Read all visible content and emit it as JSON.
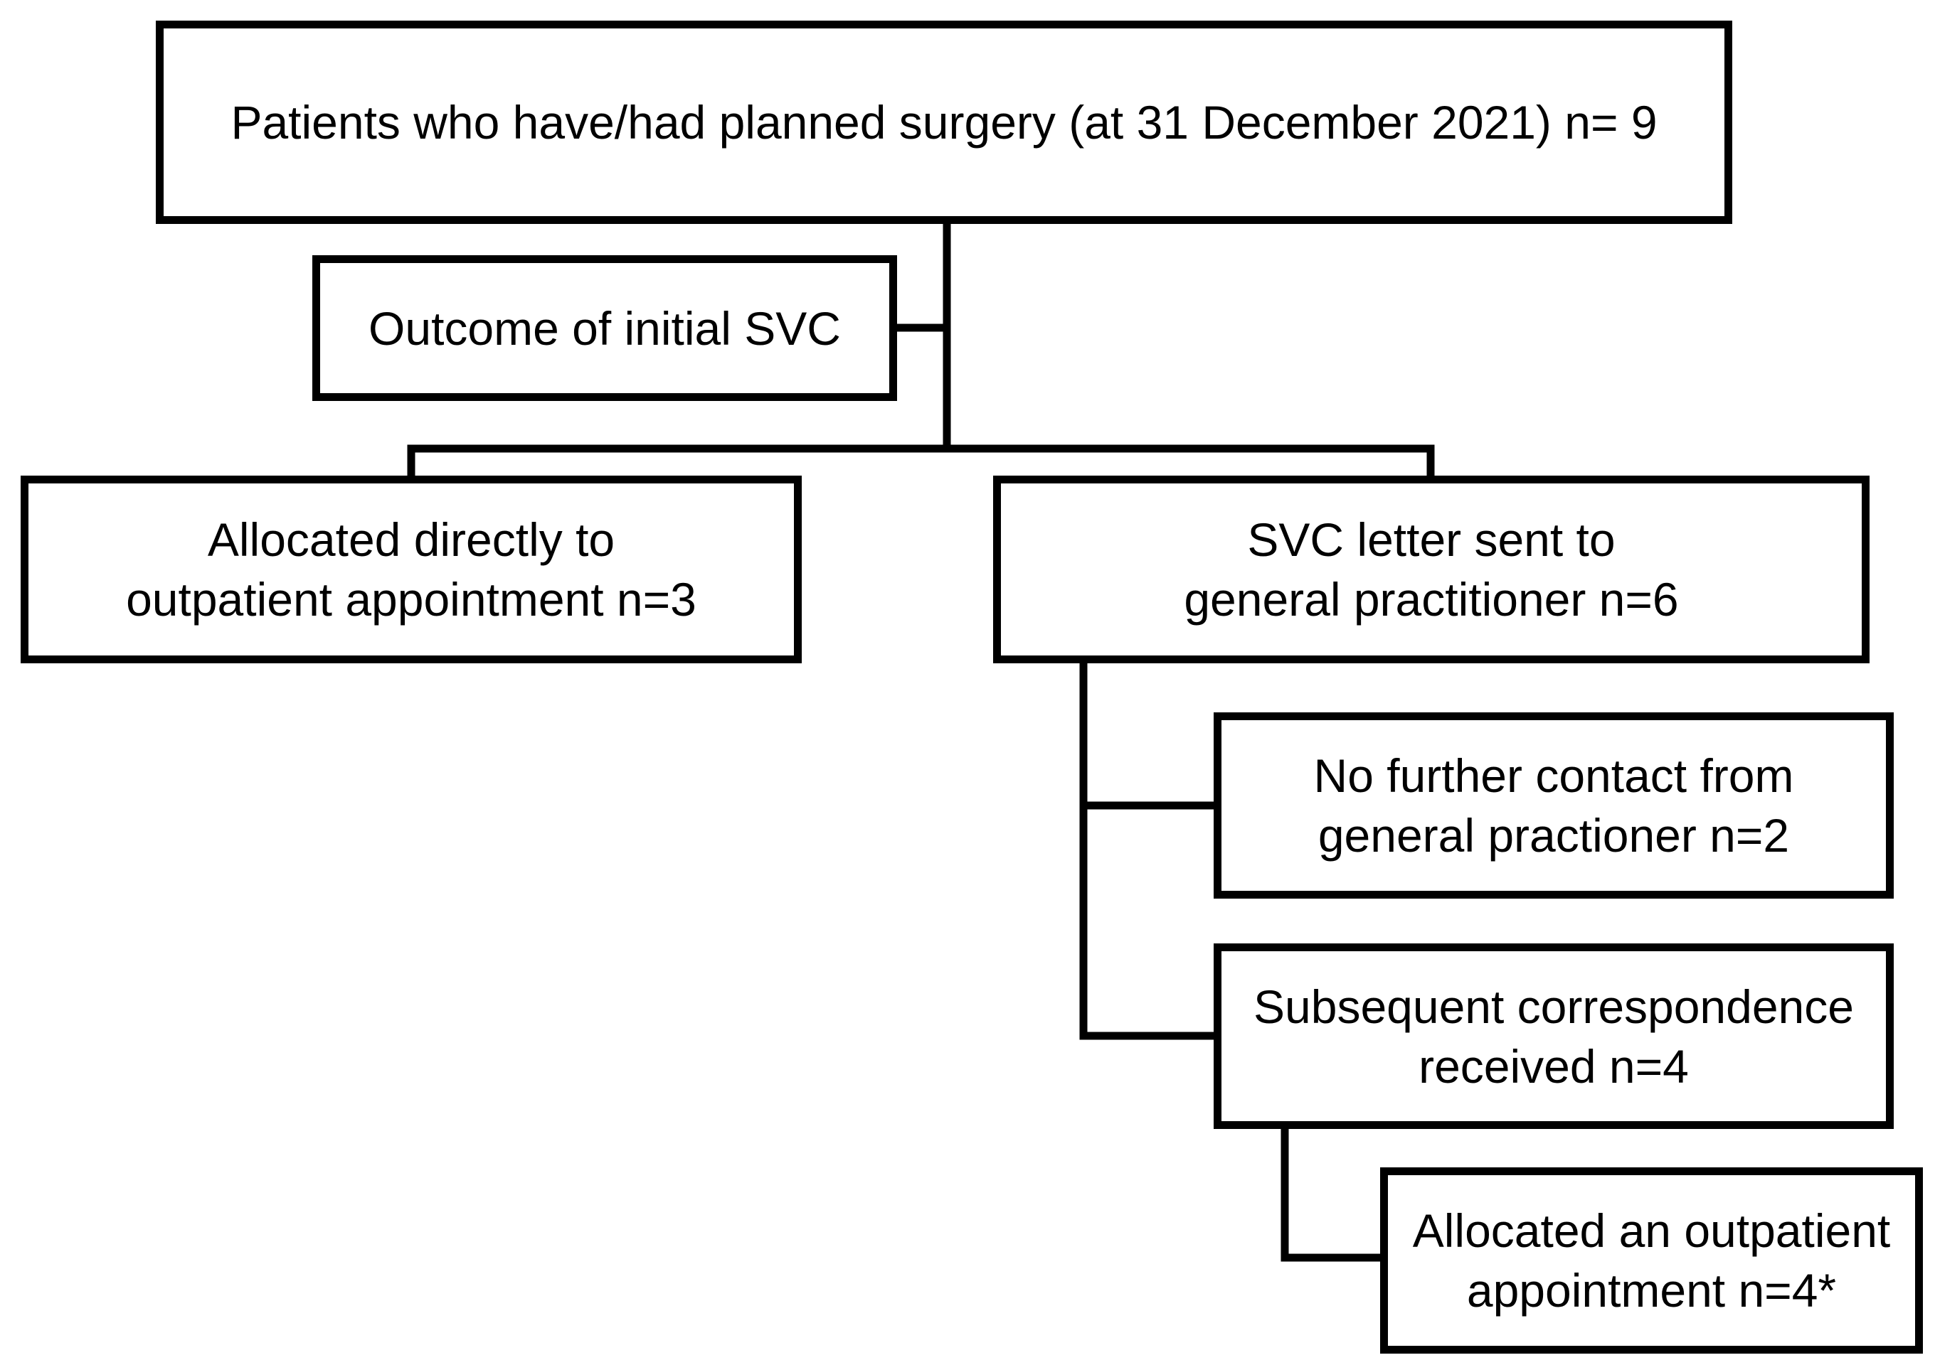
{
  "diagram": {
    "top_box": "Patients who have/had planned surgery (at 31 December 2021) n= 9",
    "outcome_box": "Outcome of initial SVC",
    "left_box": "Allocated directly to\noutpatient appointment n=3",
    "right_box": "SVC letter sent to\ngeneral practitioner n=6",
    "no_further_box": "No further contact from\ngeneral practioner n=2",
    "subsequent_box": "Subsequent correspondence\nreceived n=4",
    "allocated_box": "Allocated an outpatient\nappointment n=4*"
  }
}
